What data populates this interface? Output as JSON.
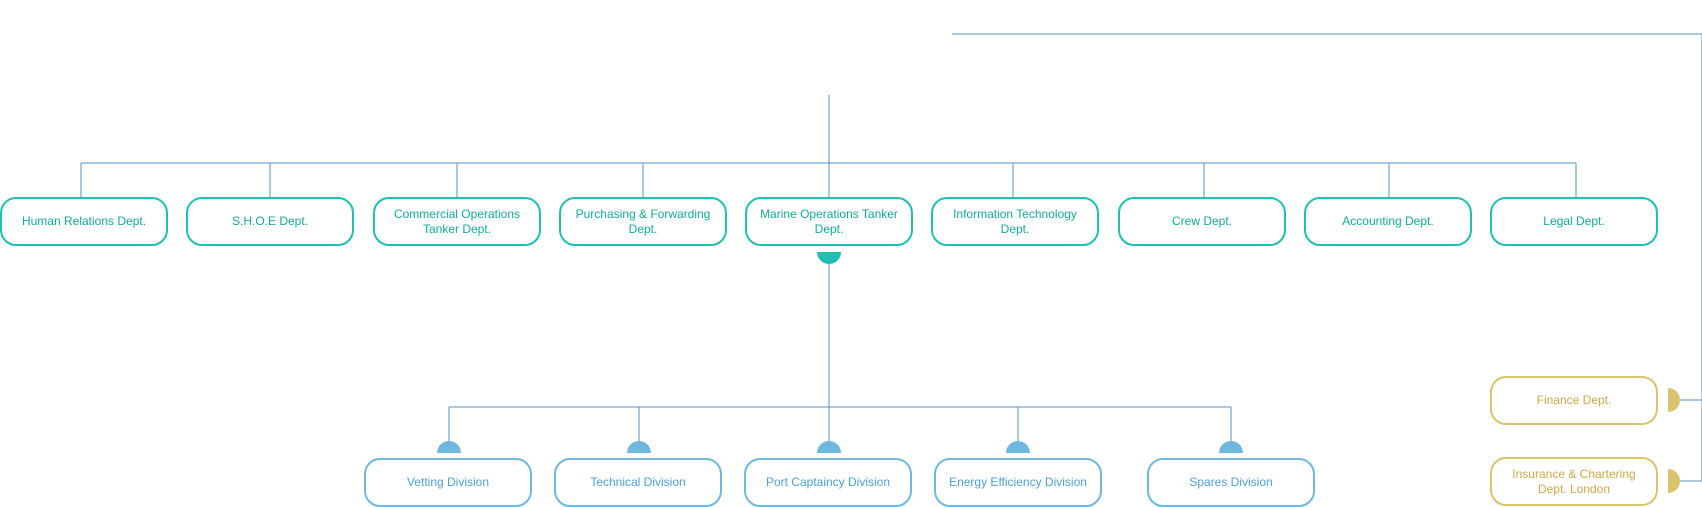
{
  "colors": {
    "line": "#5a8fc0",
    "department": "#1fbfb1",
    "division": "#6eb8e0",
    "finance": "#d9c36c"
  },
  "departments": [
    {
      "label": "Human Relations Dept."
    },
    {
      "label": "S.H.O.E Dept."
    },
    {
      "label": "Commercial Operations Tanker Dept."
    },
    {
      "label": "Purchasing & Forwarding Dept."
    },
    {
      "label": "Marine Operations Tanker Dept."
    },
    {
      "label": "Information Technology Dept."
    },
    {
      "label": "Crew Dept."
    },
    {
      "label": "Accounting Dept."
    },
    {
      "label": "Legal Dept."
    }
  ],
  "divisions": [
    {
      "label": "Vetting Division"
    },
    {
      "label": "Technical Division"
    },
    {
      "label": "Port Captaincy Division"
    },
    {
      "label": "Energy Efficiency Division"
    },
    {
      "label": "Spares Division"
    }
  ],
  "finance_departments": [
    {
      "label": "Finance Dept."
    },
    {
      "label": "Insurance & Chartering Dept. London"
    }
  ]
}
